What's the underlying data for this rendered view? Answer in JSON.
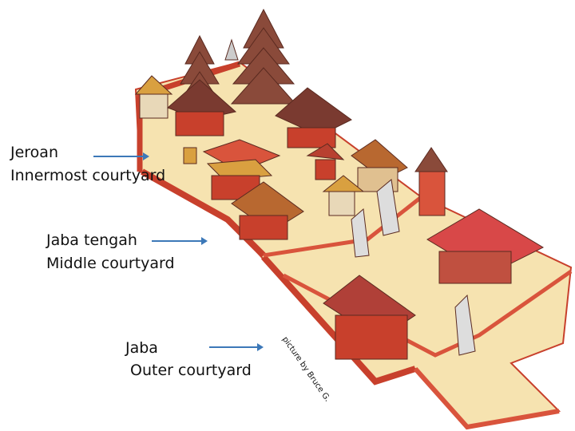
{
  "labels": {
    "jeroan": {
      "name": "Jeroan",
      "desc": "Innermost courtyard"
    },
    "jaba_tengah": {
      "name": "Jaba tengah",
      "desc": "Middle courtyard"
    },
    "jaba": {
      "name": "Jaba",
      "desc": "Outer courtyard"
    }
  },
  "credit": "picture by Bruce G.",
  "colors": {
    "arrow": "#3c78b8",
    "wall": "#c8402c",
    "floor": "#f6e3b0",
    "roof": "#8a4a3a",
    "thatch": "#d9a040"
  }
}
